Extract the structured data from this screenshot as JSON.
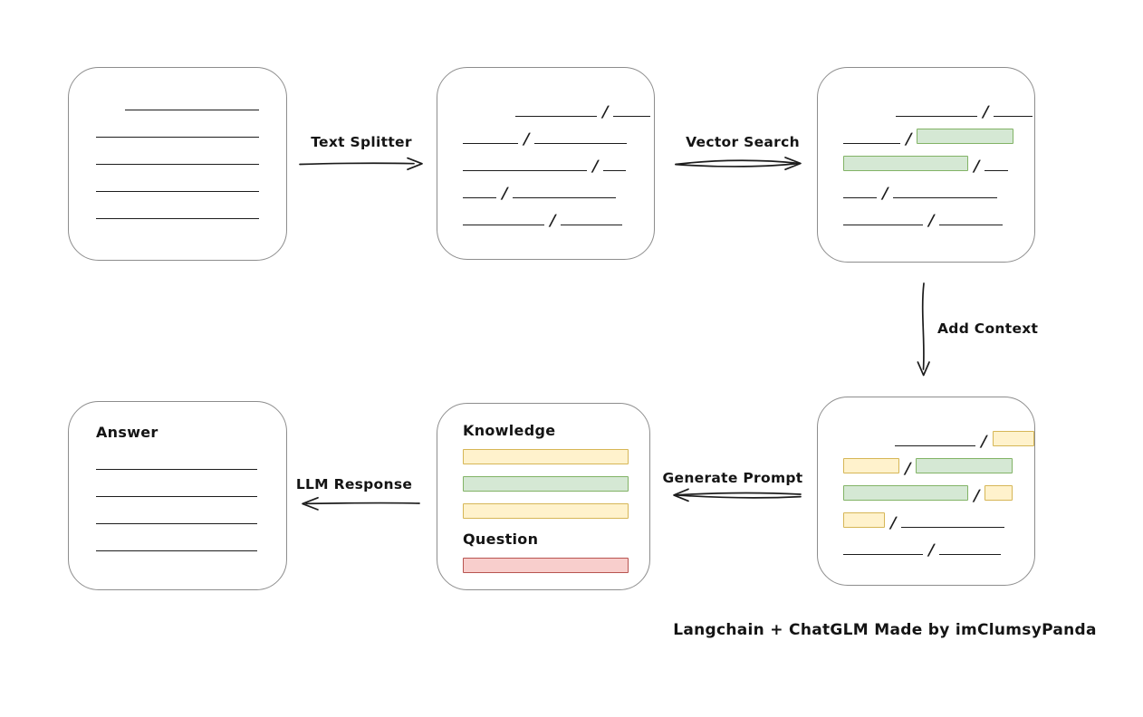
{
  "caption": "Langchain + ChatGLM Made by imClumsyPanda",
  "glyphs": {
    "slash": "/"
  },
  "colors": {
    "canvas_bg": "#ffffff",
    "node_border": "#8d8d8d",
    "stroke": "#1c1c1c",
    "yellow_fill": "#fff2cc",
    "yellow_border": "#d6b656",
    "green_fill": "#d5e8d4",
    "green_border": "#82b366",
    "red_fill": "#f8cecc",
    "red_border": "#b85450"
  },
  "arrows": {
    "text_splitter": {
      "label": "Text Splitter",
      "direction": "right"
    },
    "vector_search": {
      "label": "Vector Search",
      "direction": "right"
    },
    "add_context": {
      "label": "Add Context",
      "direction": "down"
    },
    "generate_prompt": {
      "label": "Generate Prompt",
      "direction": "left"
    },
    "llm_response": {
      "label": "LLM Response",
      "direction": "left"
    }
  },
  "nodes": {
    "document": {
      "rows": [
        [
          {
            "t": "gap",
            "w": 32
          },
          {
            "t": "line",
            "w": 148
          }
        ],
        [
          {
            "t": "line",
            "w": 180
          }
        ],
        [
          {
            "t": "line",
            "w": 180
          }
        ],
        [
          {
            "t": "line",
            "w": 180
          }
        ],
        [
          {
            "t": "line",
            "w": 180
          }
        ]
      ]
    },
    "chunks": {
      "rows": [
        [
          {
            "t": "gap",
            "w": 58
          },
          {
            "t": "line",
            "w": 90
          },
          {
            "t": "slash"
          },
          {
            "t": "line",
            "w": 41
          }
        ],
        [
          {
            "t": "line",
            "w": 61
          },
          {
            "t": "slash"
          },
          {
            "t": "line",
            "w": 102
          }
        ],
        [
          {
            "t": "line",
            "w": 137
          },
          {
            "t": "slash"
          },
          {
            "t": "line",
            "w": 25
          }
        ],
        [
          {
            "t": "line",
            "w": 37
          },
          {
            "t": "slash"
          },
          {
            "t": "line",
            "w": 114
          }
        ],
        [
          {
            "t": "line",
            "w": 90
          },
          {
            "t": "slash"
          },
          {
            "t": "line",
            "w": 68
          }
        ]
      ]
    },
    "matched_chunks": {
      "rows": [
        [
          {
            "t": "gap",
            "w": 58
          },
          {
            "t": "line",
            "w": 90
          },
          {
            "t": "slash"
          },
          {
            "t": "line",
            "w": 43
          }
        ],
        [
          {
            "t": "line",
            "w": 63
          },
          {
            "t": "slash"
          },
          {
            "t": "green",
            "w": 107
          }
        ],
        [
          {
            "t": "green",
            "w": 138
          },
          {
            "t": "slash"
          },
          {
            "t": "line",
            "w": 26
          }
        ],
        [
          {
            "t": "line",
            "w": 37
          },
          {
            "t": "slash"
          },
          {
            "t": "line",
            "w": 115
          }
        ],
        [
          {
            "t": "line",
            "w": 88
          },
          {
            "t": "slash"
          },
          {
            "t": "line",
            "w": 70
          }
        ]
      ]
    },
    "context_chunks": {
      "rows": [
        [
          {
            "t": "gap",
            "w": 58
          },
          {
            "t": "line",
            "w": 90
          },
          {
            "t": "slash"
          },
          {
            "t": "yellow",
            "w": 47
          }
        ],
        [
          {
            "t": "yellow",
            "w": 62
          },
          {
            "t": "slash"
          },
          {
            "t": "green",
            "w": 107
          }
        ],
        [
          {
            "t": "green",
            "w": 138
          },
          {
            "t": "slash"
          },
          {
            "t": "yellow",
            "w": 31
          }
        ],
        [
          {
            "t": "yellow",
            "w": 46
          },
          {
            "t": "slash"
          },
          {
            "t": "line",
            "w": 114
          }
        ],
        [
          {
            "t": "line",
            "w": 88
          },
          {
            "t": "slash"
          },
          {
            "t": "line",
            "w": 68
          }
        ]
      ]
    },
    "prompt": {
      "knowledge_label": "Knowledge",
      "question_label": "Question",
      "knowledge_bars": [
        "yellow",
        "green",
        "yellow"
      ],
      "question_bars": [
        "red"
      ]
    },
    "answer": {
      "label": "Answer",
      "rows": [
        [
          {
            "t": "line",
            "w": 178
          }
        ],
        [
          {
            "t": "line",
            "w": 178
          }
        ],
        [
          {
            "t": "line",
            "w": 178
          }
        ],
        [
          {
            "t": "line",
            "w": 178
          }
        ]
      ]
    }
  }
}
